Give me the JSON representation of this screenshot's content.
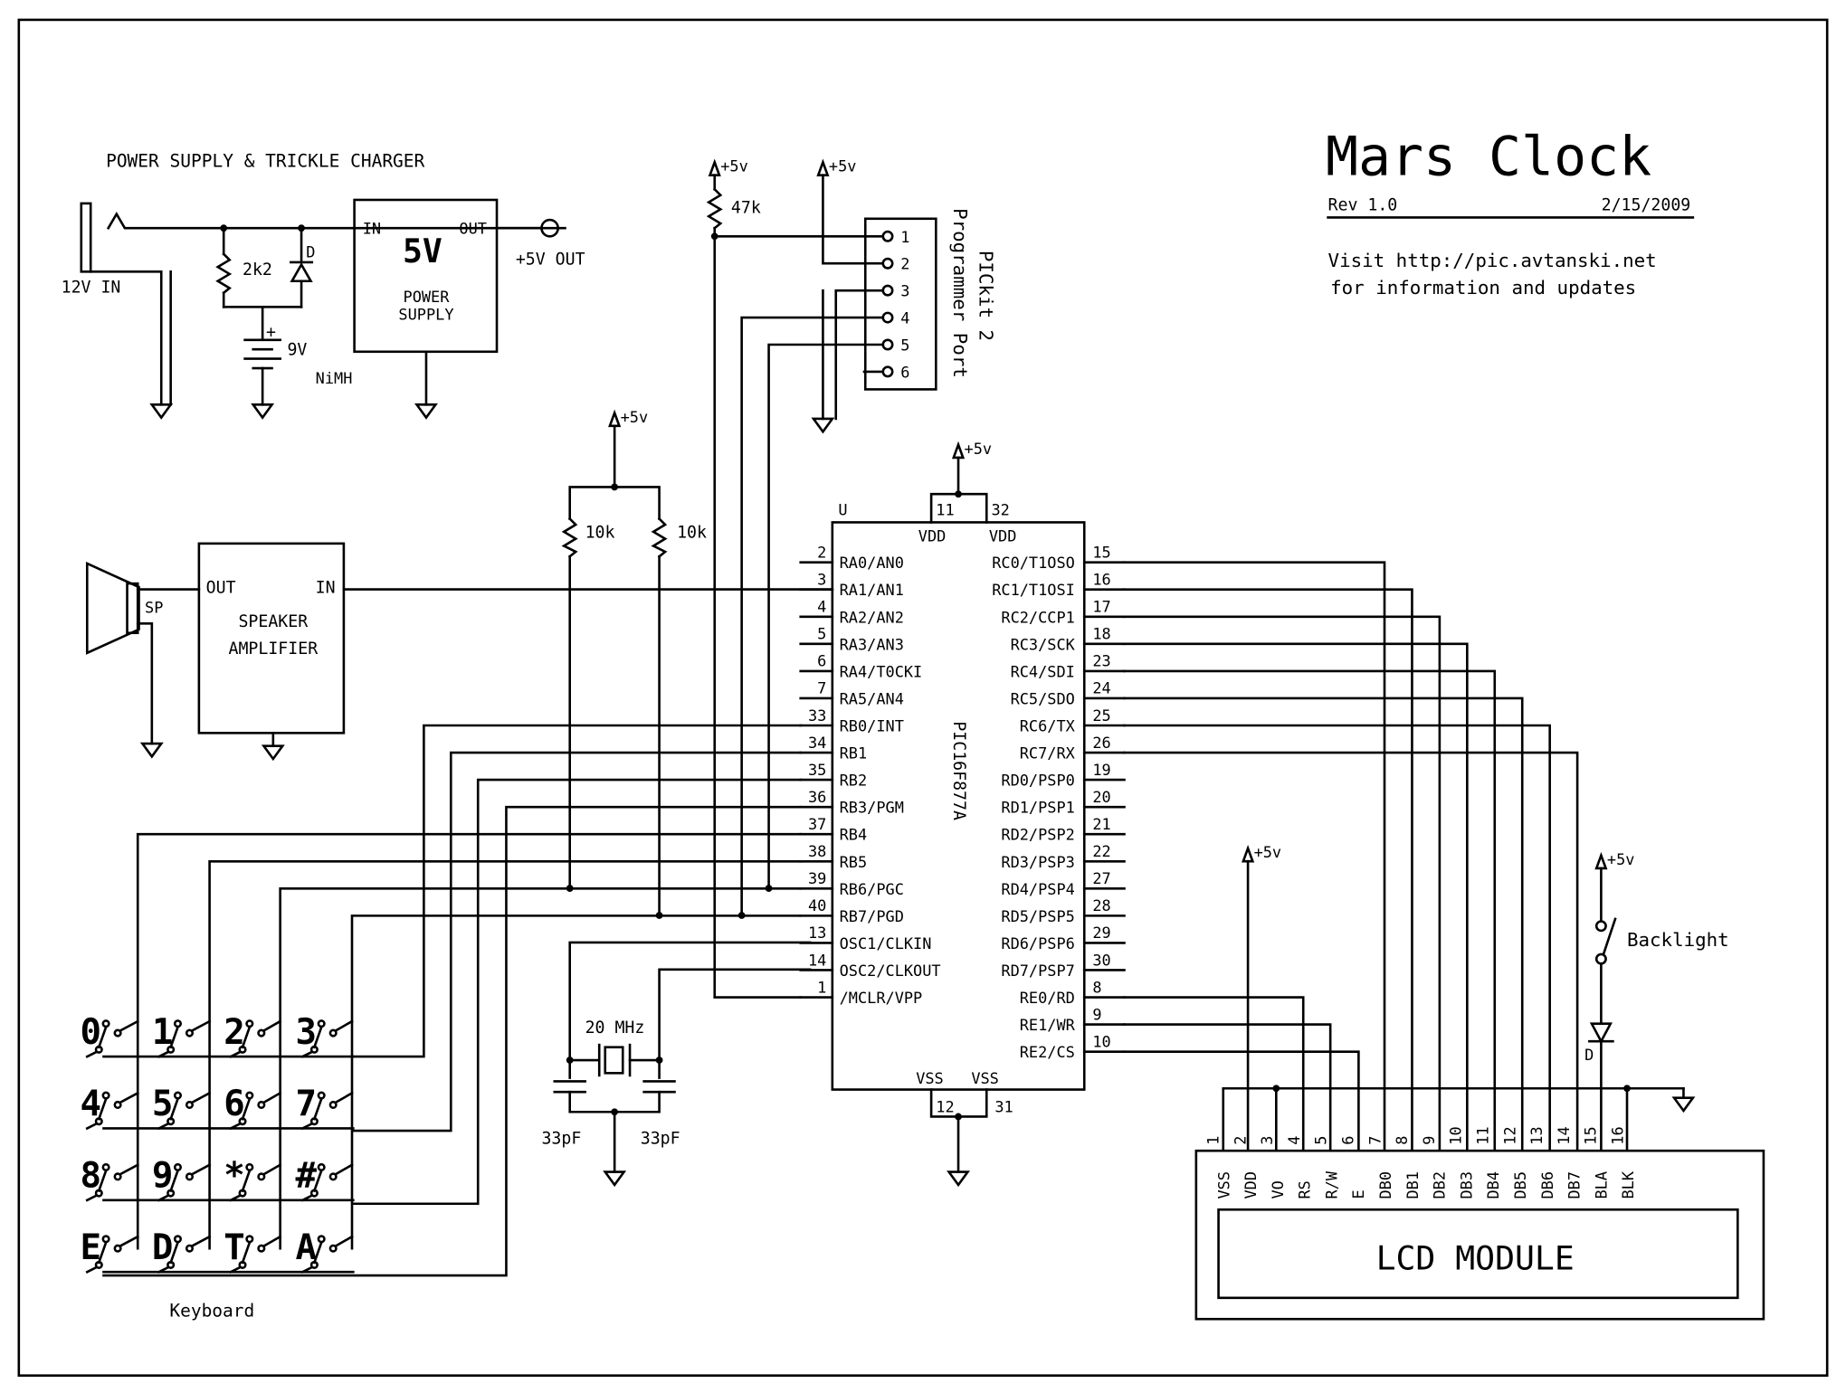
{
  "title": {
    "main": "Mars Clock",
    "revision": "Rev 1.0",
    "date": "2/15/2009",
    "visit_line1": "Visit http://pic.avtanski.net",
    "visit_line2": "for information and updates"
  },
  "power_supply": {
    "heading": "POWER SUPPLY & TRICKLE CHARGER",
    "input_label": "12V IN",
    "resistor": "2k2",
    "diode": "D",
    "battery_plus": "+",
    "battery_voltage": "9V",
    "battery_type": "NiMH",
    "regulator_in": "IN",
    "regulator_out": "OUT",
    "regulator_voltage": "5V",
    "regulator_name_1": "POWER",
    "regulator_name_2": "SUPPLY",
    "output_label": "+5V OUT"
  },
  "rails": {
    "vcc": "+5v"
  },
  "programmer": {
    "name_1": "PICkit 2",
    "name_2": "Programmer Port",
    "pullup": "47k",
    "pins": [
      "1",
      "2",
      "3",
      "4",
      "5",
      "6"
    ]
  },
  "speaker": {
    "label": "SP",
    "amp_out": "OUT",
    "amp_in": "IN",
    "amp_name_1": "SPEAKER",
    "amp_name_2": "AMPLIFIER"
  },
  "pullups": {
    "r1": "10k",
    "r2": "10k"
  },
  "crystal": {
    "freq": "20 MHz",
    "c1": "33pF",
    "c2": "33pF"
  },
  "mcu": {
    "ref": "U",
    "part": "PIC16F877A",
    "vdd_label": "VDD",
    "vss_label": "VSS",
    "vdd_pins": [
      "11",
      "32"
    ],
    "vss_pins": [
      "12",
      "31"
    ],
    "left_pins": [
      {
        "num": "2",
        "name": "RA0/AN0"
      },
      {
        "num": "3",
        "name": "RA1/AN1"
      },
      {
        "num": "4",
        "name": "RA2/AN2"
      },
      {
        "num": "5",
        "name": "RA3/AN3"
      },
      {
        "num": "6",
        "name": "RA4/T0CKI"
      },
      {
        "num": "7",
        "name": "RA5/AN4"
      },
      {
        "num": "33",
        "name": "RB0/INT"
      },
      {
        "num": "34",
        "name": "RB1"
      },
      {
        "num": "35",
        "name": "RB2"
      },
      {
        "num": "36",
        "name": "RB3/PGM"
      },
      {
        "num": "37",
        "name": "RB4"
      },
      {
        "num": "38",
        "name": "RB5"
      },
      {
        "num": "39",
        "name": "RB6/PGC"
      },
      {
        "num": "40",
        "name": "RB7/PGD"
      },
      {
        "num": "13",
        "name": "OSC1/CLKIN"
      },
      {
        "num": "14",
        "name": "OSC2/CLKOUT"
      },
      {
        "num": "1",
        "name": "/MCLR/VPP"
      }
    ],
    "right_pins": [
      {
        "num": "15",
        "name": "RC0/T1OSO"
      },
      {
        "num": "16",
        "name": "RC1/T1OSI"
      },
      {
        "num": "17",
        "name": "RC2/CCP1"
      },
      {
        "num": "18",
        "name": "RC3/SCK"
      },
      {
        "num": "23",
        "name": "RC4/SDI"
      },
      {
        "num": "24",
        "name": "RC5/SDO"
      },
      {
        "num": "25",
        "name": "RC6/TX"
      },
      {
        "num": "26",
        "name": "RC7/RX"
      },
      {
        "num": "19",
        "name": "RD0/PSP0"
      },
      {
        "num": "20",
        "name": "RD1/PSP1"
      },
      {
        "num": "21",
        "name": "RD2/PSP2"
      },
      {
        "num": "22",
        "name": "RD3/PSP3"
      },
      {
        "num": "27",
        "name": "RD4/PSP4"
      },
      {
        "num": "28",
        "name": "RD5/PSP5"
      },
      {
        "num": "29",
        "name": "RD6/PSP6"
      },
      {
        "num": "30",
        "name": "RD7/PSP7"
      },
      {
        "num": "8",
        "name": "RE0/RD"
      },
      {
        "num": "9",
        "name": "RE1/WR"
      },
      {
        "num": "10",
        "name": "RE2/CS"
      }
    ]
  },
  "keyboard": {
    "label": "Keyboard",
    "keys": [
      [
        "0",
        "1",
        "2",
        "3"
      ],
      [
        "4",
        "5",
        "6",
        "7"
      ],
      [
        "8",
        "9",
        "*",
        "#"
      ],
      [
        "E",
        "D",
        "T",
        "A"
      ]
    ]
  },
  "lcd": {
    "name": "LCD MODULE",
    "pins": [
      {
        "num": "1",
        "name": "VSS"
      },
      {
        "num": "2",
        "name": "VDD"
      },
      {
        "num": "3",
        "name": "VO"
      },
      {
        "num": "4",
        "name": "RS"
      },
      {
        "num": "5",
        "name": "R/W"
      },
      {
        "num": "6",
        "name": "E"
      },
      {
        "num": "7",
        "name": "DB0"
      },
      {
        "num": "8",
        "name": "DB1"
      },
      {
        "num": "9",
        "name": "DB2"
      },
      {
        "num": "10",
        "name": "DB3"
      },
      {
        "num": "11",
        "name": "DB4"
      },
      {
        "num": "12",
        "name": "DB5"
      },
      {
        "num": "13",
        "name": "DB6"
      },
      {
        "num": "14",
        "name": "DB7"
      },
      {
        "num": "15",
        "name": "BLA"
      },
      {
        "num": "16",
        "name": "BLK"
      }
    ]
  },
  "backlight": {
    "switch": "Backlight",
    "diode": "D"
  }
}
